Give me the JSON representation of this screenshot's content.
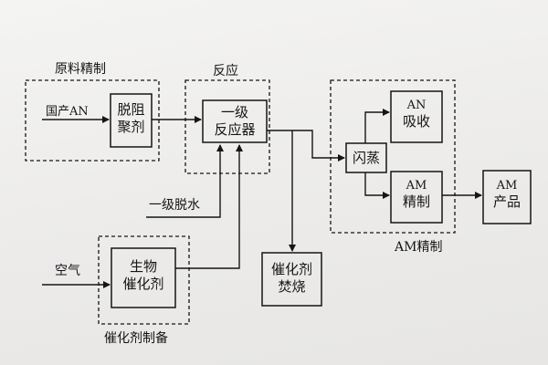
{
  "groups": {
    "raw": "原料精制",
    "reaction": "反应",
    "am_refine": "AM精制",
    "catalyst_prep": "催化剂制备"
  },
  "inputs": {
    "domestic_an": "国产AN",
    "primary_dewater": "一级脱水",
    "air": "空气"
  },
  "nodes": {
    "inhibitor": {
      "line1": "脱阻",
      "line2": "聚剂"
    },
    "reactor": {
      "line1": "一级",
      "line2": "反应器"
    },
    "flash": {
      "line1": "闪蒸"
    },
    "an_absorb": {
      "line1": "AN",
      "line2": "吸收"
    },
    "am_refine_box": {
      "line1": "AM",
      "line2": "精制"
    },
    "am_product": {
      "line1": "AM",
      "line2": "产品"
    },
    "bio_catalyst": {
      "line1": "生物",
      "line2": "催化剂"
    },
    "catalyst_burn": {
      "line1": "催化剂",
      "line2": "焚烧"
    }
  }
}
